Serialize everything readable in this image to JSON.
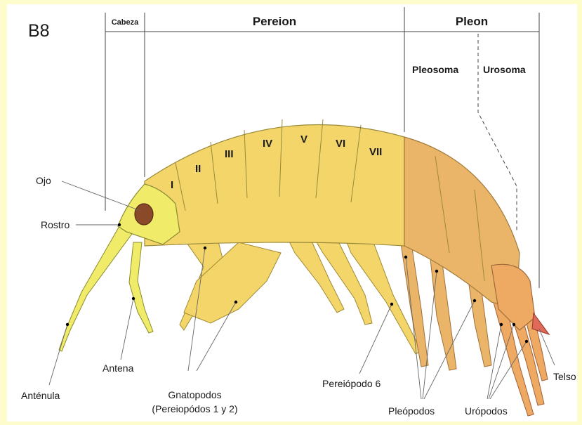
{
  "panel_label": "B8",
  "sections": {
    "cabeza": "Cabeza",
    "pereion": "Pereion",
    "pleon": "Pleon",
    "pleosoma": "Pleosoma",
    "urosoma": "Urosoma"
  },
  "segments": [
    "I",
    "II",
    "III",
    "IV",
    "V",
    "VI",
    "VII"
  ],
  "labels": {
    "ojo": "Ojo",
    "rostro": "Rostro",
    "antena": "Antena",
    "antenula": "Anténula",
    "gnatopodos_1": "Gnatopodos",
    "gnatopodos_2": "(Pereiopódos 1 y 2)",
    "pereiopodo6": "Pereiópodo 6",
    "pleopodos": "Pleópodos",
    "uropodos": "Urópodos",
    "telso": "Telso"
  },
  "colors": {
    "background": "#fdfccc",
    "head": "#f0ec6a",
    "pereion": "#f3d56a",
    "pleosoma": "#eab568",
    "urosoma": "#eeaa62",
    "eye": "#8a4a2a",
    "telson": "#e06a5a"
  }
}
